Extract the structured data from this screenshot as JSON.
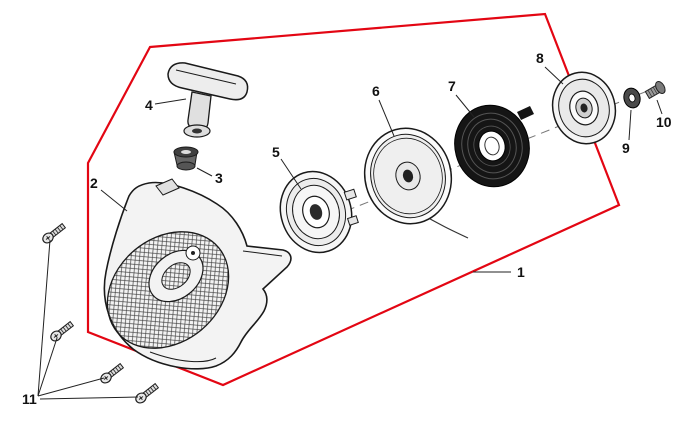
{
  "colors": {
    "outline": "#e30613",
    "ink": "#1a1a1a",
    "paper": "#ffffff"
  },
  "callouts": [
    {
      "num": "1"
    },
    {
      "num": "2"
    },
    {
      "num": "3"
    },
    {
      "num": "4"
    },
    {
      "num": "5"
    },
    {
      "num": "6"
    },
    {
      "num": "7"
    },
    {
      "num": "8"
    },
    {
      "num": "9"
    },
    {
      "num": "10"
    },
    {
      "num": "11"
    }
  ]
}
